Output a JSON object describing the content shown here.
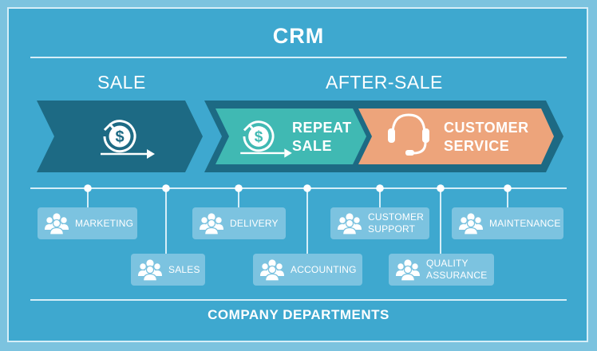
{
  "title": "CRM",
  "phases": {
    "sale": "SALE",
    "after_sale": "AFTER-SALE"
  },
  "stages": {
    "repeat_sale": [
      "REPEAT",
      "SALE"
    ],
    "customer_service": [
      "CUSTOMER",
      "SERVICE"
    ]
  },
  "departments": {
    "marketing": [
      "MARKETING"
    ],
    "sales": [
      "SALES"
    ],
    "delivery": [
      "DELIVERY"
    ],
    "accounting": [
      "ACCOUNTING"
    ],
    "customer_support": [
      "CUSTOMER",
      "SUPPORT"
    ],
    "quality_assurance": [
      "QUALITY",
      "ASSURANCE"
    ],
    "maintenance": [
      "MAINTENANCE"
    ]
  },
  "footer": "COMPANY DEPARTMENTS",
  "colors": {
    "background": "#7cc3df",
    "panel": "#3ea8cf",
    "sale_chevron": "#1d6a84",
    "after_sale_band": "#1d6a84",
    "repeat_sale": "#40b9b3",
    "customer_service": "#eda47b",
    "department_box": "#7cc3e0"
  },
  "icons": {
    "sale": "dollar-cycle-icon",
    "repeat_sale": "dollar-cycle-icon",
    "customer_service": "headset-icon",
    "department": "people-group-icon"
  }
}
